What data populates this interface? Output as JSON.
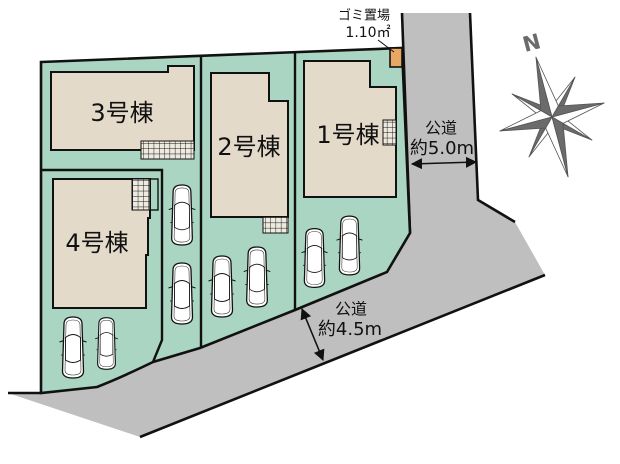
{
  "site_plan": {
    "buildings": [
      {
        "label": "1号棟"
      },
      {
        "label": "2号棟"
      },
      {
        "label": "3号棟"
      },
      {
        "label": "4号棟"
      }
    ],
    "garbage_area": {
      "label": "ゴミ置場",
      "area": "1.10㎡"
    },
    "roads": [
      {
        "type": "公道",
        "width": "約5.0m"
      },
      {
        "type": "公道",
        "width": "約4.5m"
      }
    ],
    "compass": {
      "north_label": "N"
    }
  },
  "colors": {
    "lot_fill": "#A9D5C2",
    "building_fill": "#E3DACA",
    "road_fill": "#BFBFBF",
    "garbage_fill": "#E8A864",
    "compass_fill": "#6B6B6B",
    "outline": "#111111"
  }
}
